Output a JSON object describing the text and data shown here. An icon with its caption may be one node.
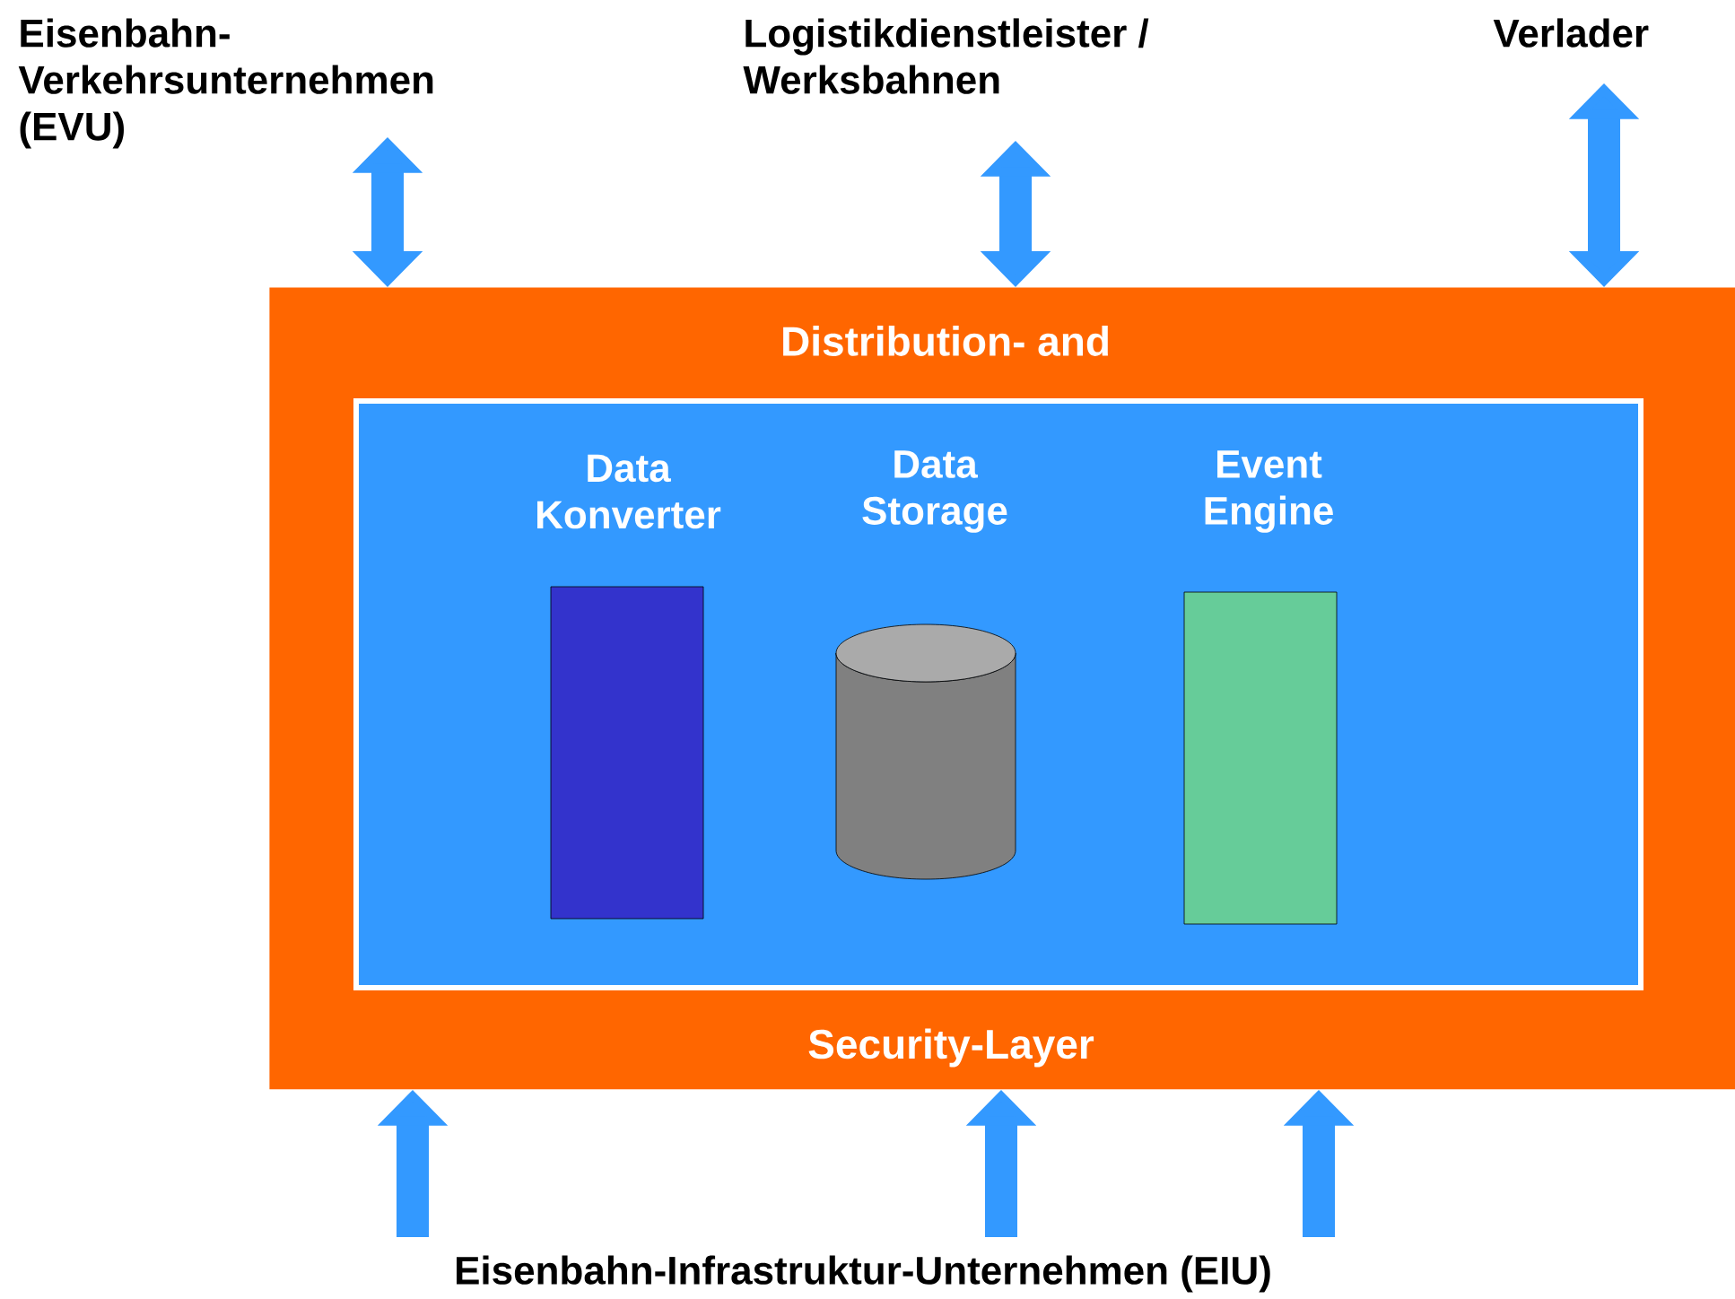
{
  "diagram": {
    "nodes": [
      {
        "text": [
          "Eisenbahn-Verkehrsunternehmen (EVU)"
        ]
      },
      {
        "text": [
          "Logistikdienstleister / Werksbahnen"
        ]
      },
      {
        "text": [
          "Verlader"
        ]
      },
      {
        "text": [
          "Distribution- and",
          "Security-Layer"
        ]
      },
      {
        "text": [],
        "shape": "box",
        "in": 3
      },
      {
        "text": [
          "Data Konverter"
        ],
        "in": 4
      },
      {
        "text": [
          "Data Storage"
        ],
        "in": 4
      },
      {
        "text": [
          "Event Engine"
        ],
        "in": 4
      },
      {
        "text": [
          "Eisenbahn-Infrastruktur-Unternehmen (EIU)"
        ]
      }
    ],
    "edges": [
      {
        "from": 0,
        "to": 3,
        "arrow": "both"
      },
      {
        "from": 1,
        "to": 3,
        "arrow": "both"
      },
      {
        "from": 2,
        "to": 3,
        "arrow": "both"
      },
      {
        "from": 8,
        "to": 3,
        "arrow": "to"
      },
      {
        "from": 8,
        "to": 3,
        "arrow": "to"
      },
      {
        "from": 8,
        "to": 3,
        "arrow": "to"
      }
    ]
  }
}
